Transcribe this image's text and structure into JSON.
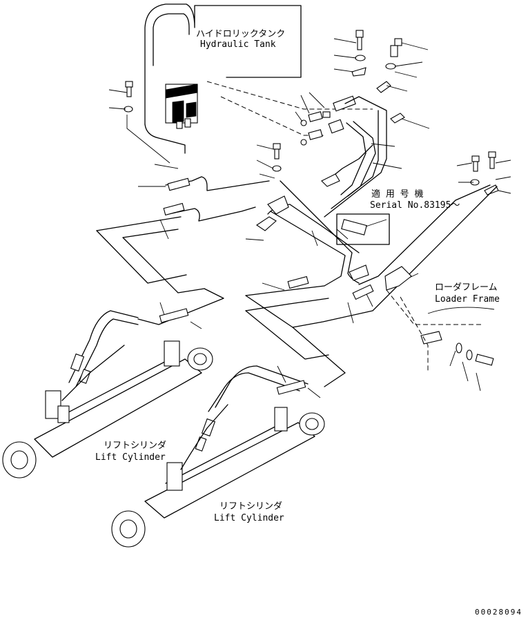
{
  "labels": {
    "hydraulic_tank_jp": "ハイドロリックタンク",
    "hydraulic_tank_en": "Hydraulic Tank",
    "serial_jp": "適 用 号 機",
    "serial_en": "Serial No.83195～",
    "loader_frame_jp": "ローダフレーム",
    "loader_frame_en": "Loader Frame",
    "lift_cyl_1_jp": "リフトシリンダ",
    "lift_cyl_1_en": "Lift Cylinder",
    "lift_cyl_2_jp": "リフトシリンダ",
    "lift_cyl_2_en": "Lift Cylinder",
    "drawing_code": "00028094"
  }
}
